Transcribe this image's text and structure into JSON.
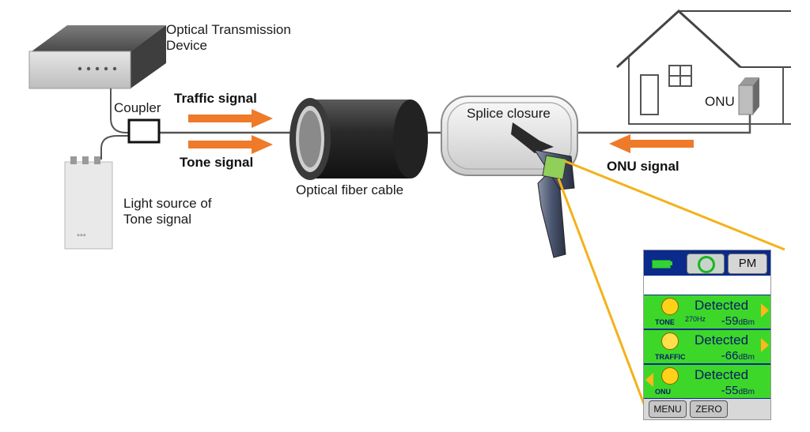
{
  "labels": {
    "optical_transmission_device": "Optical Transmission Device",
    "coupler": "Coupler",
    "traffic_signal": "Traffic signal",
    "tone_signal": "Tone signal",
    "optical_fiber_cable": "Optical fiber cable",
    "splice_closure": "Splice closure",
    "onu": "ONU",
    "onu_signal": "ONU signal",
    "light_source": "Light source of Tone signal"
  },
  "screen": {
    "pm_button": "PM",
    "rows": [
      {
        "status": "Detected",
        "name": "TONE",
        "freq": "270Hz",
        "value": "-59",
        "unit": "dBm"
      },
      {
        "status": "Detected",
        "name": "TRAFFIC",
        "value": "-66",
        "unit": "dBm"
      },
      {
        "status": "Detected",
        "name": "ONU",
        "value": "-55",
        "unit": "dBm"
      }
    ],
    "menu_button": "MENU",
    "zero_button": "ZERO"
  },
  "colors": {
    "arrow": "#ee7a2a",
    "callout": "#f3b21a",
    "screen_row": "#3dd72a",
    "screen_border": "#0a2a8c"
  }
}
